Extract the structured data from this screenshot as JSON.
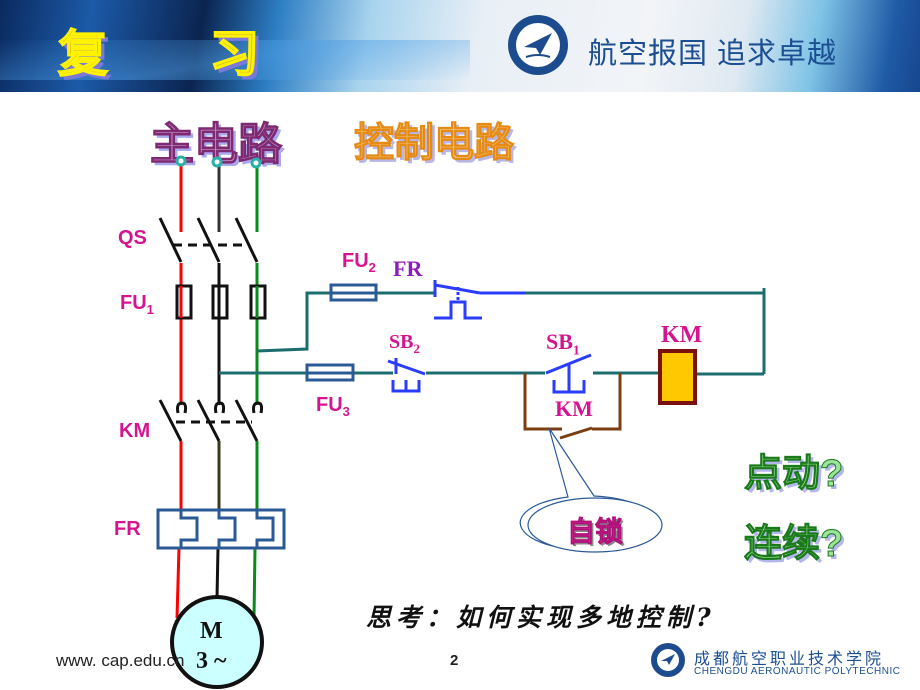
{
  "header": {
    "title": "复 习",
    "slogan": "航空报国   追求卓越",
    "logo_icon": "school-emblem-icon"
  },
  "sections": {
    "main_circuit": "主电路",
    "control_circuit": "控制电路"
  },
  "components": {
    "qs": "QS",
    "fu1": {
      "base": "FU",
      "sub": "1"
    },
    "km_main": "KM",
    "fr_main": "FR",
    "fu2": {
      "base": "FU",
      "sub": "2"
    },
    "fr_ctrl": "FR",
    "fu3": {
      "base": "FU",
      "sub": "3"
    },
    "sb2": {
      "base": "SB",
      "sub": "2"
    },
    "sb1": {
      "base": "SB",
      "sub": "1"
    },
    "km_coil": "KM",
    "km_aux": "KM",
    "motor": {
      "line1": "M",
      "line2": "3 ~"
    }
  },
  "wire_colors": {
    "phase_l1": "#ff0000",
    "phase_l2": "#333333",
    "phase_l3": "#0a8a1a",
    "control": "#1c6e6e",
    "switch": "#2a3cff",
    "self_lock": "#7a3e10",
    "coil_fill": "#ffc800",
    "coil_border": "#7a1010",
    "terminal": "#2ab0a8",
    "motor_fill": "#ccffff"
  },
  "callout": {
    "text": "自锁"
  },
  "questions": [
    "点动?",
    "连续?"
  ],
  "think_prompt": "思考：如何实现多地控制?",
  "footer": {
    "url": "www. cap.edu.cn",
    "page": "2",
    "school_cn": "成都航空职业技术学院",
    "school_en": "CHENGDU AERONAUTIC POLYTECHNIC"
  }
}
